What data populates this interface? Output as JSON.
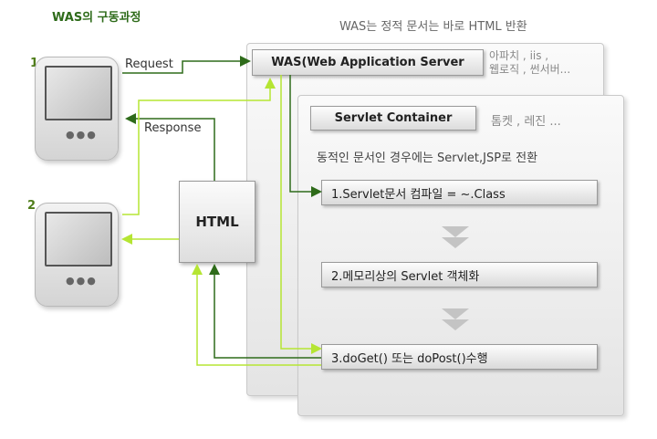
{
  "title": "WAS의 구동과정",
  "top_note": "WAS는 정적 문서는 바로 HTML 반환",
  "clients": {
    "one": "1",
    "two": "2"
  },
  "arrows": {
    "request": "Request",
    "response": "Response"
  },
  "was": {
    "label": "WAS(Web Application Server",
    "examples_line1": "아파치 , iis ,",
    "examples_line2": "웹로직 , 썬서버..."
  },
  "container": {
    "label": "Servlet Container",
    "examples": "톰켓 , 레진 ...",
    "dynamic_note": "동적인 문서인 경우에는 Servlet,JSP로 전환"
  },
  "html_box": "HTML",
  "steps": [
    "1.Servlet문서 컴파일 = ~.Class",
    "2.메모리상의 Servlet 객체화",
    "3.doGet() 또는 doPost()수행"
  ],
  "colors": {
    "dark_green": "#2e6b1a",
    "light_green": "#b5e533"
  }
}
